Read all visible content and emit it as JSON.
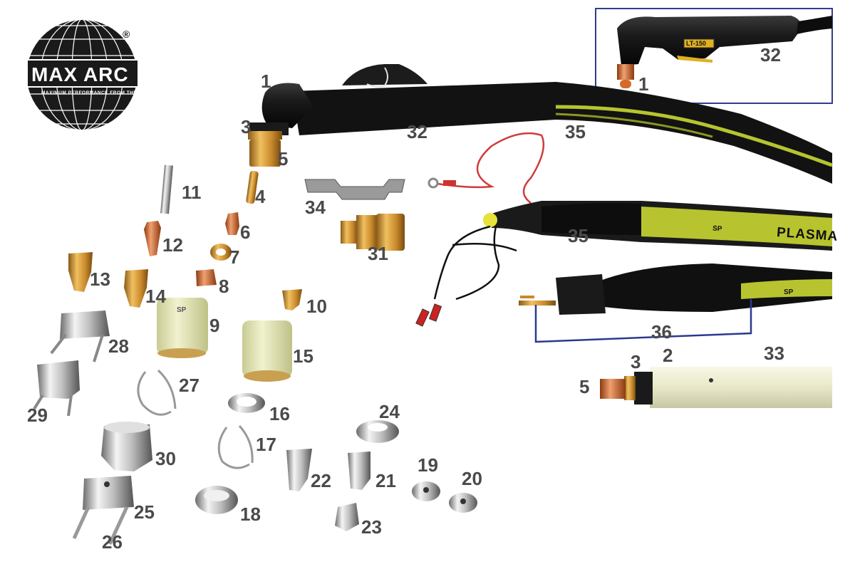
{
  "brand": {
    "name": "MAX ARC",
    "registered_mark": "®",
    "tagline": "MAXIMUM PERFORMANCE FROM THE ARC"
  },
  "inset": {
    "model_plate": "LT-150"
  },
  "cable_print": {
    "plasma": "PLASMA",
    "mark": "SP"
  },
  "colors": {
    "label_gray": "#4a4a4a",
    "inset_border": "#2f3e8c",
    "bracket_blue": "#2b3a8f",
    "cable_green": "#b7c42f",
    "brass": "#c98a2c",
    "copper": "#d66a2a",
    "ceramic": "#e5e6b6"
  },
  "callouts": [
    {
      "id": "1",
      "text": "1"
    },
    {
      "id": "1b",
      "text": "1"
    },
    {
      "id": "2",
      "text": "2"
    },
    {
      "id": "3",
      "text": "3"
    },
    {
      "id": "3b",
      "text": "3"
    },
    {
      "id": "4",
      "text": "4"
    },
    {
      "id": "5",
      "text": "5"
    },
    {
      "id": "5b",
      "text": "5"
    },
    {
      "id": "6",
      "text": "6"
    },
    {
      "id": "7",
      "text": "7"
    },
    {
      "id": "8",
      "text": "8"
    },
    {
      "id": "9",
      "text": "9"
    },
    {
      "id": "10",
      "text": "10"
    },
    {
      "id": "11",
      "text": "11"
    },
    {
      "id": "12",
      "text": "12"
    },
    {
      "id": "13",
      "text": "13"
    },
    {
      "id": "14",
      "text": "14"
    },
    {
      "id": "15",
      "text": "15"
    },
    {
      "id": "16",
      "text": "16"
    },
    {
      "id": "17",
      "text": "17"
    },
    {
      "id": "18",
      "text": "18"
    },
    {
      "id": "19",
      "text": "19"
    },
    {
      "id": "20",
      "text": "20"
    },
    {
      "id": "21",
      "text": "21"
    },
    {
      "id": "22",
      "text": "22"
    },
    {
      "id": "23",
      "text": "23"
    },
    {
      "id": "24",
      "text": "24"
    },
    {
      "id": "25",
      "text": "25"
    },
    {
      "id": "26",
      "text": "26"
    },
    {
      "id": "27",
      "text": "27"
    },
    {
      "id": "28",
      "text": "28"
    },
    {
      "id": "29",
      "text": "29"
    },
    {
      "id": "30",
      "text": "30"
    },
    {
      "id": "31",
      "text": "31"
    },
    {
      "id": "32",
      "text": "32"
    },
    {
      "id": "32b",
      "text": "32"
    },
    {
      "id": "33",
      "text": "33"
    },
    {
      "id": "34",
      "text": "34"
    },
    {
      "id": "35",
      "text": "35"
    },
    {
      "id": "35b",
      "text": "35"
    },
    {
      "id": "36",
      "text": "36"
    }
  ]
}
